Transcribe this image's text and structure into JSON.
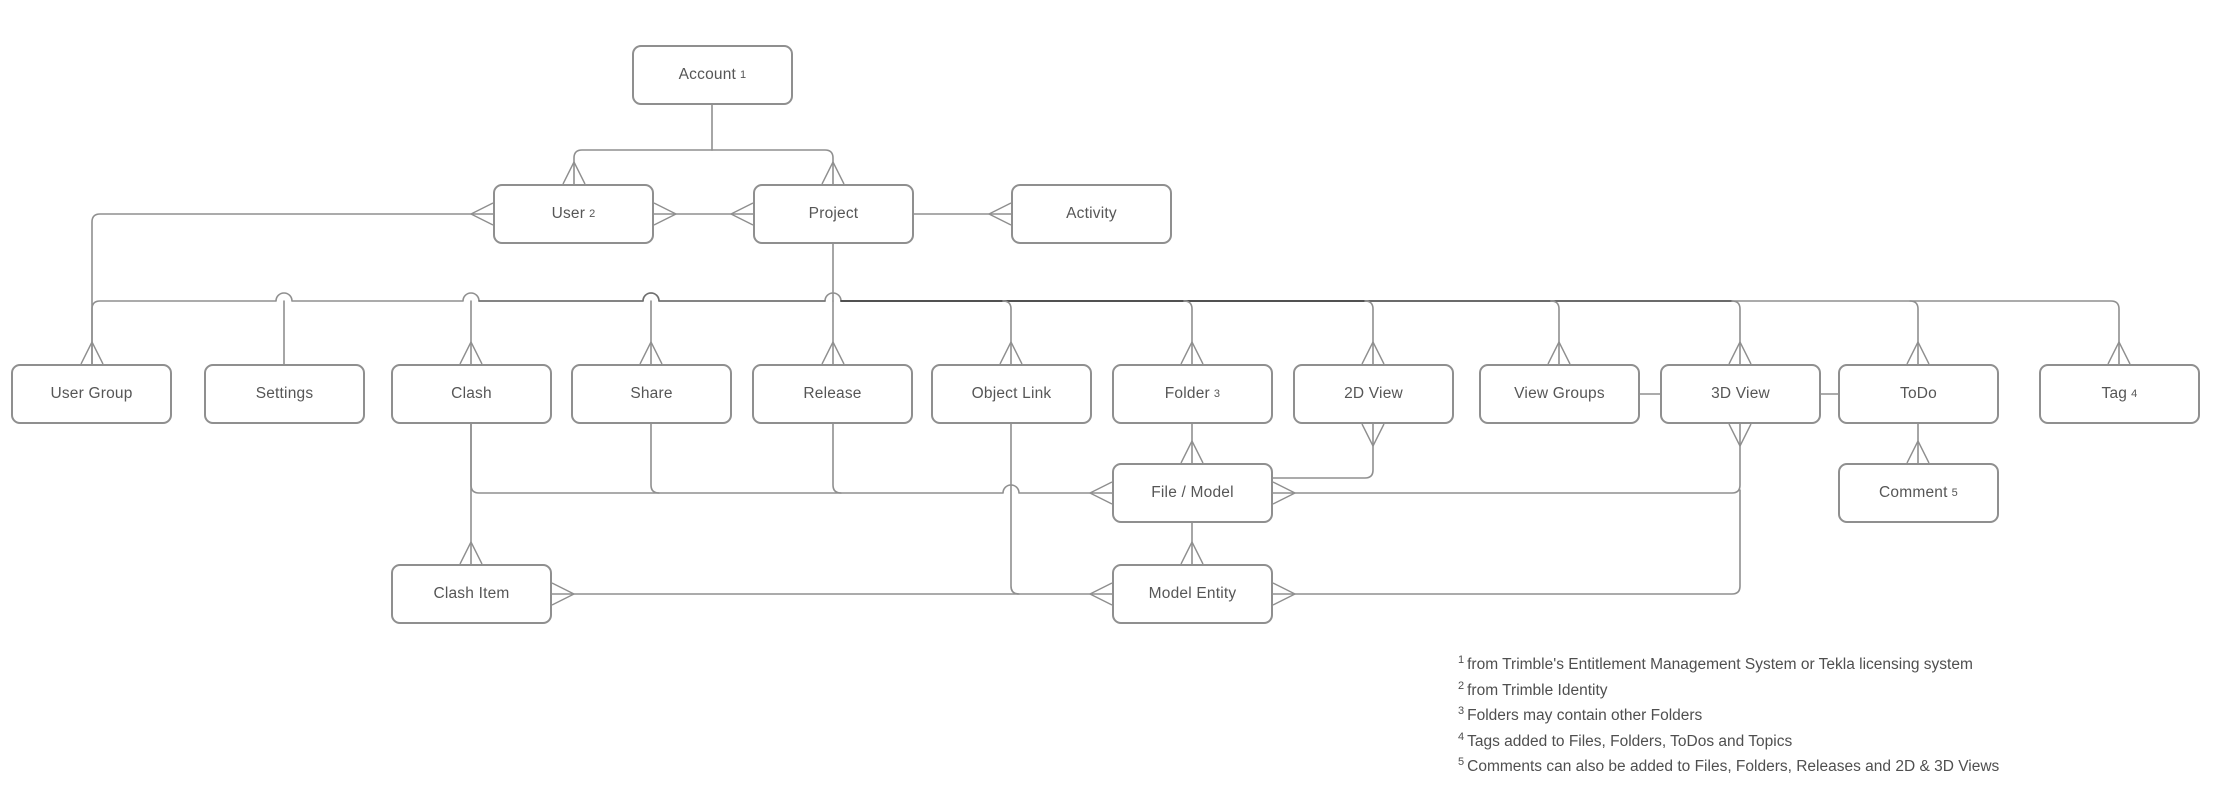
{
  "diagram": {
    "kind": "entity-relationship diagram (crow's foot notation)"
  },
  "nodes": [
    {
      "id": "account",
      "label": "Account",
      "sup": "1"
    },
    {
      "id": "user",
      "label": "User",
      "sup": "2"
    },
    {
      "id": "project",
      "label": "Project"
    },
    {
      "id": "activity",
      "label": "Activity"
    },
    {
      "id": "user_group",
      "label": "User Group"
    },
    {
      "id": "settings",
      "label": "Settings"
    },
    {
      "id": "clash",
      "label": "Clash"
    },
    {
      "id": "share",
      "label": "Share"
    },
    {
      "id": "release",
      "label": "Release"
    },
    {
      "id": "object_link",
      "label": "Object Link"
    },
    {
      "id": "folder",
      "label": "Folder",
      "sup": "3"
    },
    {
      "id": "view_2d",
      "label": "2D View"
    },
    {
      "id": "view_groups",
      "label": "View Groups"
    },
    {
      "id": "view_3d",
      "label": "3D View"
    },
    {
      "id": "todo",
      "label": "ToDo"
    },
    {
      "id": "tag",
      "label": "Tag",
      "sup": "4"
    },
    {
      "id": "file_model",
      "label": "File / Model"
    },
    {
      "id": "comment",
      "label": "Comment",
      "sup": "5"
    },
    {
      "id": "clash_item",
      "label": "Clash Item"
    },
    {
      "id": "model_entity",
      "label": "Model Entity"
    }
  ],
  "footnotes": [
    {
      "sup": "1",
      "text": "from Trimble's Entitlement Management System or Tekla licensing system"
    },
    {
      "sup": "2",
      "text": "from Trimble Identity"
    },
    {
      "sup": "3",
      "text": "Folders may contain other Folders"
    },
    {
      "sup": "4",
      "text": "Tags added to Files, Folders, ToDos and Topics"
    },
    {
      "sup": "5",
      "text": "Comments can also be added to Files, Folders, Releases and 2D & 3D Views"
    }
  ],
  "colors": {
    "background": "#ffffff",
    "box_fill": "#ffffff",
    "box_border": "#8f8f8f",
    "line": "#8f8f8f",
    "line_overlap_dark": "#4d4d4d",
    "text": "#565656",
    "footnote_text": "#4f4f4f"
  }
}
